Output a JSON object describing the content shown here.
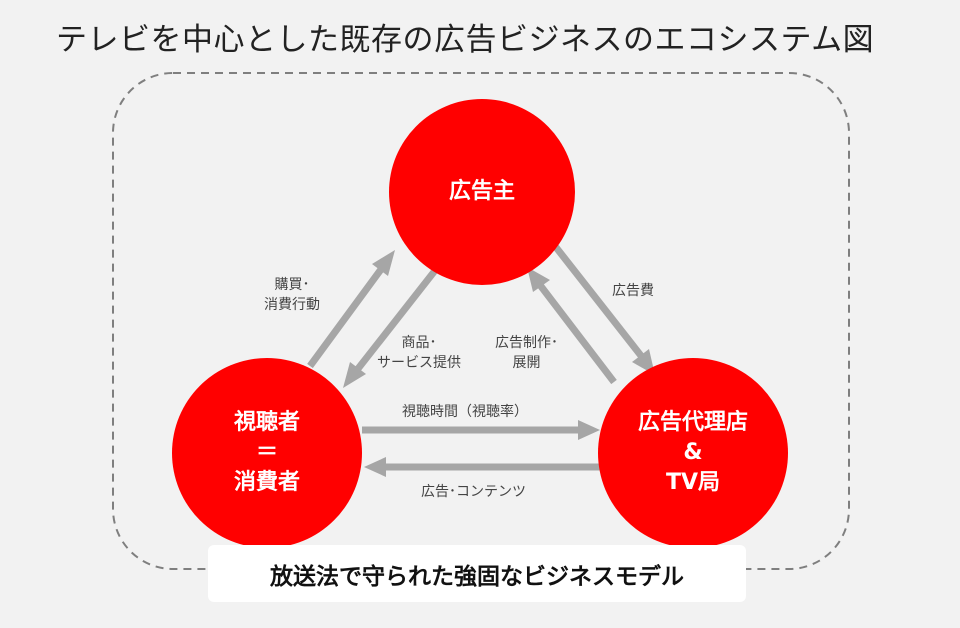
{
  "title": "テレビを中心とした既存の広告ビジネスのエコシステム図",
  "nodes": {
    "advertiser": "広告主",
    "viewer": [
      "視聴者",
      "＝",
      "消費者"
    ],
    "agency": [
      "広告代理店",
      "&",
      "TV局"
    ]
  },
  "flows": {
    "purchase": [
      "購買･",
      "消費行動"
    ],
    "products": [
      "商品･",
      "サービス提供"
    ],
    "ad_production": [
      "広告制作･",
      "展開"
    ],
    "ad_cost": "広告費",
    "viewing_time": "視聴時間（視聴率）",
    "ads_content": "広告･コンテンツ"
  },
  "footer": "放送法で守られた強固なビジネスモデル",
  "colors": {
    "node": "#ff0000",
    "arrow": "#a6a6a6",
    "border": "#7f7f7f",
    "background": "#f2f2f2"
  }
}
